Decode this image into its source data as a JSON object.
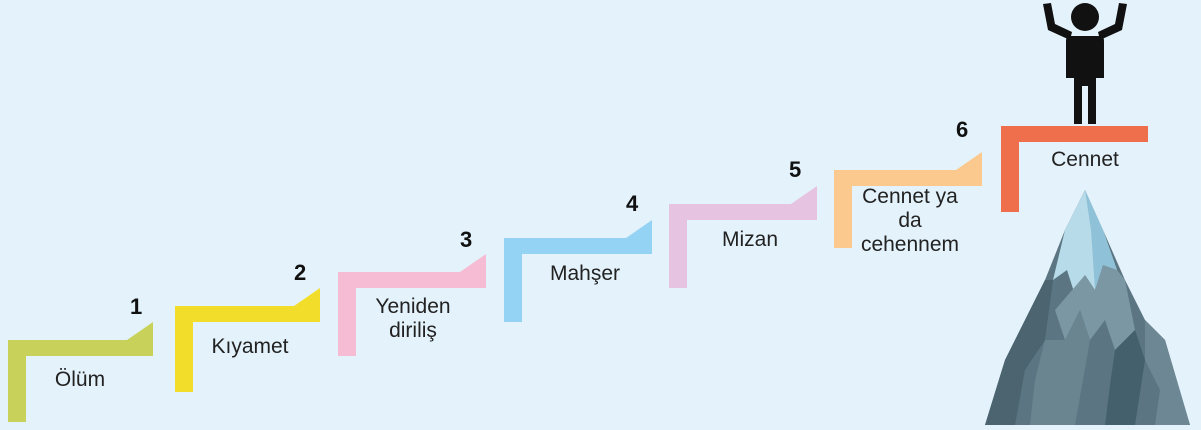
{
  "steps": [
    {
      "num": "1",
      "label": "Ölüm",
      "color": "#c8d25a"
    },
    {
      "num": "2",
      "label": "Kıyamet",
      "color": "#f2de2a"
    },
    {
      "num": "3",
      "label": "Yeniden diriliş",
      "color": "#f6bcd4"
    },
    {
      "num": "4",
      "label": "Mahşer",
      "color": "#94d3f4"
    },
    {
      "num": "5",
      "label": "Mizan",
      "color": "#e6c3e0"
    },
    {
      "num": "6",
      "label": "Cennet ya da cehennem",
      "color": "#fbc88e"
    }
  ],
  "summit": {
    "label": "Cennet",
    "color": "#ef6f4c"
  },
  "icons": [
    "person-celebrating-icon",
    "mountain-icon"
  ]
}
